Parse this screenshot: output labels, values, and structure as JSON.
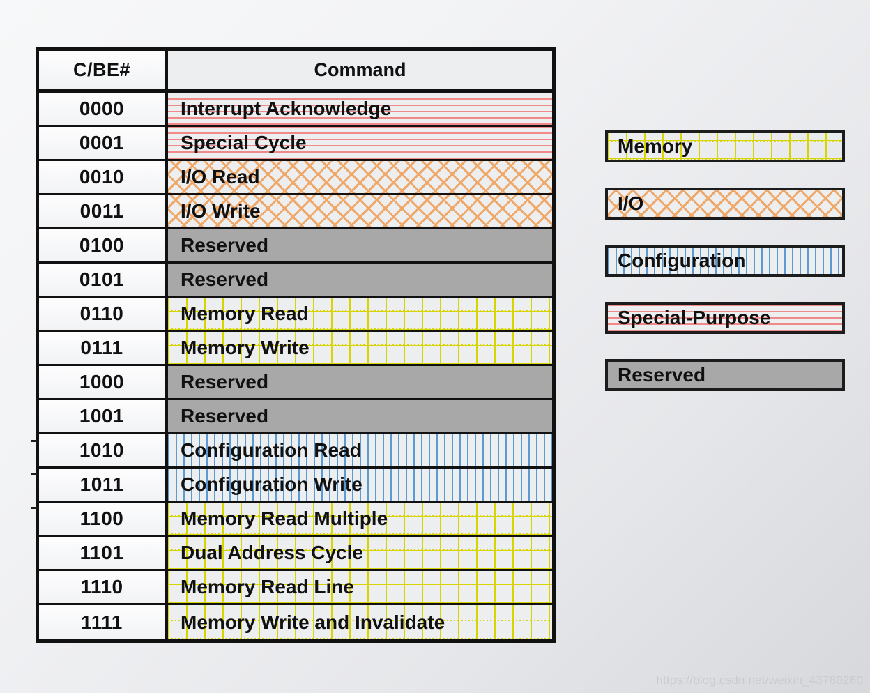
{
  "table": {
    "headers": {
      "code": "C/BE#",
      "command": "Command"
    },
    "rows": [
      {
        "code": "0000",
        "command": "Interrupt Acknowledge",
        "category": "special"
      },
      {
        "code": "0001",
        "command": "Special Cycle",
        "category": "special"
      },
      {
        "code": "0010",
        "command": "I/O Read",
        "category": "io"
      },
      {
        "code": "0011",
        "command": "I/O Write",
        "category": "io"
      },
      {
        "code": "0100",
        "command": "Reserved",
        "category": "reserved"
      },
      {
        "code": "0101",
        "command": "Reserved",
        "category": "reserved"
      },
      {
        "code": "0110",
        "command": "Memory Read",
        "category": "memory"
      },
      {
        "code": "0111",
        "command": "Memory Write",
        "category": "memory"
      },
      {
        "code": "1000",
        "command": "Reserved",
        "category": "reserved"
      },
      {
        "code": "1001",
        "command": "Reserved",
        "category": "reserved"
      },
      {
        "code": "1010",
        "command": "Configuration Read",
        "category": "config"
      },
      {
        "code": "1011",
        "command": "Configuration Write",
        "category": "config"
      },
      {
        "code": "1100",
        "command": "Memory Read Multiple",
        "category": "memory"
      },
      {
        "code": "1101",
        "command": "Dual Address Cycle",
        "category": "memory"
      },
      {
        "code": "1110",
        "command": "Memory Read Line",
        "category": "memory"
      },
      {
        "code": "1111",
        "command": "Memory Write and Invalidate",
        "category": "memory"
      }
    ]
  },
  "legend": {
    "items": [
      {
        "label": "Memory",
        "category": "memory",
        "color": "#d8d400"
      },
      {
        "label": "I/O",
        "category": "io",
        "color": "#f0a868"
      },
      {
        "label": "Configuration",
        "category": "config",
        "color": "#5b9bd5"
      },
      {
        "label": "Special-Purpose",
        "category": "special",
        "color": "#f08a8a"
      },
      {
        "label": "Reserved",
        "category": "reserved",
        "color": "#a8a8a8"
      }
    ]
  },
  "watermark": {
    "text": "https://blog.csdn.net/weixin_43780260"
  }
}
